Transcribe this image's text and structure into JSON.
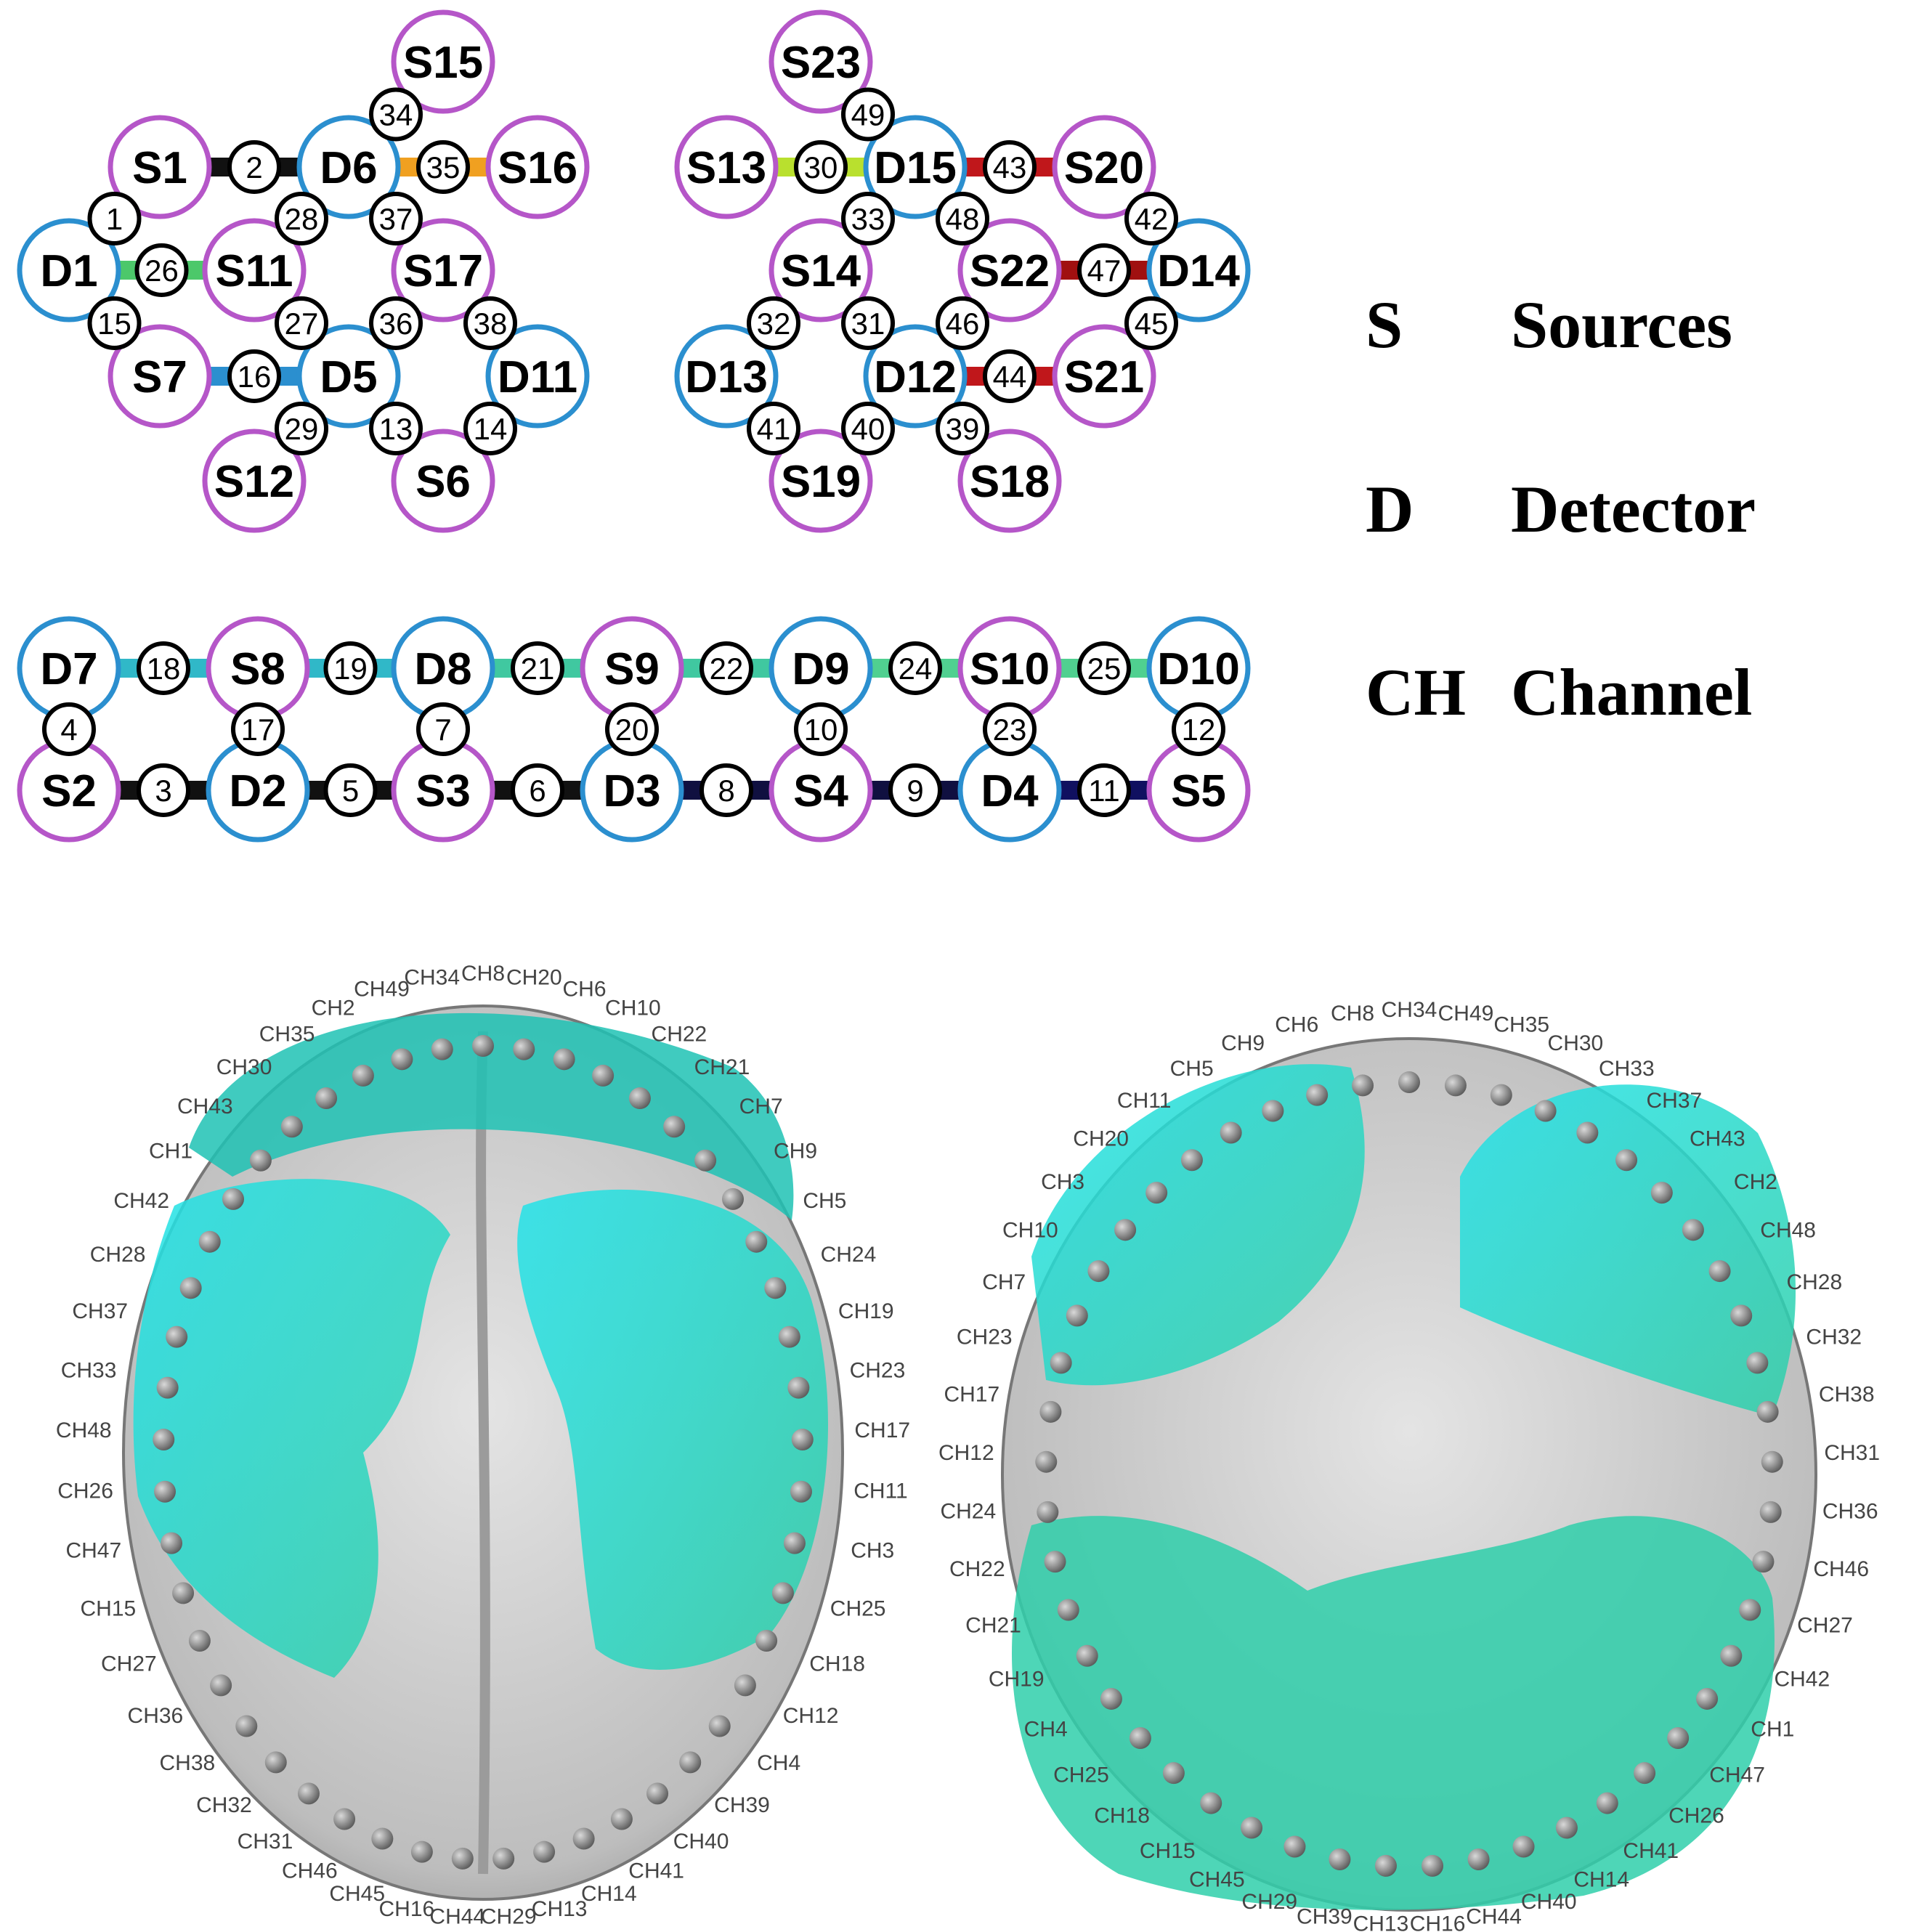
{
  "colors": {
    "source": "#b556c8",
    "detector": "#2b8fcf",
    "channel_ring": "#000000",
    "cortex": "#c9c9c9",
    "activation_teal": "#2fcfaa",
    "activation_cyan": "#22e3ea",
    "electrode": "#8a8a8a"
  },
  "legend": [
    {
      "symbol": "S",
      "meaning": "Sources"
    },
    {
      "symbol": "D",
      "meaning": "Detector"
    },
    {
      "symbol": "CH",
      "meaning": "Channel"
    }
  ],
  "optode_nodes": [
    {
      "id": "S15",
      "type": "source"
    },
    {
      "id": "S1",
      "type": "source"
    },
    {
      "id": "D6",
      "type": "detector"
    },
    {
      "id": "S16",
      "type": "source"
    },
    {
      "id": "D1",
      "type": "detector"
    },
    {
      "id": "S11",
      "type": "source"
    },
    {
      "id": "S17",
      "type": "source"
    },
    {
      "id": "S7",
      "type": "source"
    },
    {
      "id": "D5",
      "type": "detector"
    },
    {
      "id": "D11",
      "type": "detector"
    },
    {
      "id": "S12",
      "type": "source"
    },
    {
      "id": "S6",
      "type": "source"
    },
    {
      "id": "S23",
      "type": "source"
    },
    {
      "id": "S13",
      "type": "source"
    },
    {
      "id": "D15",
      "type": "detector"
    },
    {
      "id": "S20",
      "type": "source"
    },
    {
      "id": "S14",
      "type": "source"
    },
    {
      "id": "S22",
      "type": "source"
    },
    {
      "id": "D14",
      "type": "detector"
    },
    {
      "id": "D13",
      "type": "detector"
    },
    {
      "id": "D12",
      "type": "detector"
    },
    {
      "id": "S21",
      "type": "source"
    },
    {
      "id": "S19",
      "type": "source"
    },
    {
      "id": "S18",
      "type": "source"
    },
    {
      "id": "D7",
      "type": "detector"
    },
    {
      "id": "S8",
      "type": "source"
    },
    {
      "id": "D8",
      "type": "detector"
    },
    {
      "id": "S9",
      "type": "source"
    },
    {
      "id": "D9",
      "type": "detector"
    },
    {
      "id": "S10",
      "type": "source"
    },
    {
      "id": "D10",
      "type": "detector"
    },
    {
      "id": "S2",
      "type": "source"
    },
    {
      "id": "D2",
      "type": "detector"
    },
    {
      "id": "S3",
      "type": "source"
    },
    {
      "id": "D3",
      "type": "detector"
    },
    {
      "id": "S4",
      "type": "source"
    },
    {
      "id": "D4",
      "type": "detector"
    },
    {
      "id": "S5",
      "type": "source"
    }
  ],
  "channels": [
    {
      "n": "34",
      "link": [
        "S15",
        "D6"
      ]
    },
    {
      "n": "2",
      "link": [
        "S1",
        "D6"
      ]
    },
    {
      "n": "35",
      "link": [
        "D6",
        "S16"
      ]
    },
    {
      "n": "1",
      "link": [
        "S1",
        "D1"
      ]
    },
    {
      "n": "28",
      "link": [
        "D6",
        "S11"
      ]
    },
    {
      "n": "37",
      "link": [
        "D6",
        "S17"
      ]
    },
    {
      "n": "26",
      "link": [
        "D1",
        "S11"
      ]
    },
    {
      "n": "15",
      "link": [
        "D1",
        "S7"
      ]
    },
    {
      "n": "27",
      "link": [
        "S11",
        "D5"
      ]
    },
    {
      "n": "36",
      "link": [
        "S17",
        "D5"
      ]
    },
    {
      "n": "38",
      "link": [
        "S17",
        "D11"
      ]
    },
    {
      "n": "16",
      "link": [
        "S7",
        "D5"
      ]
    },
    {
      "n": "29",
      "link": [
        "D5",
        "S12"
      ]
    },
    {
      "n": "13",
      "link": [
        "D5",
        "S6"
      ]
    },
    {
      "n": "14",
      "link": [
        "D11",
        "S6"
      ]
    },
    {
      "n": "49",
      "link": [
        "S23",
        "D15"
      ]
    },
    {
      "n": "30",
      "link": [
        "S13",
        "D15"
      ]
    },
    {
      "n": "43",
      "link": [
        "D15",
        "S20"
      ]
    },
    {
      "n": "42",
      "link": [
        "S20",
        "D14"
      ]
    },
    {
      "n": "33",
      "link": [
        "D15",
        "S14"
      ]
    },
    {
      "n": "48",
      "link": [
        "D15",
        "S22"
      ]
    },
    {
      "n": "47",
      "link": [
        "S22",
        "D14"
      ]
    },
    {
      "n": "32",
      "link": [
        "S14",
        "D13"
      ]
    },
    {
      "n": "31",
      "link": [
        "S14",
        "D12"
      ]
    },
    {
      "n": "46",
      "link": [
        "S22",
        "D12"
      ]
    },
    {
      "n": "45",
      "link": [
        "D14",
        "S21"
      ]
    },
    {
      "n": "44",
      "link": [
        "D12",
        "S21"
      ]
    },
    {
      "n": "41",
      "link": [
        "D13",
        "S19"
      ]
    },
    {
      "n": "40",
      "link": [
        "D12",
        "S19"
      ]
    },
    {
      "n": "39",
      "link": [
        "D12",
        "S18"
      ]
    },
    {
      "n": "18",
      "link": [
        "D7",
        "S8"
      ]
    },
    {
      "n": "19",
      "link": [
        "S8",
        "D8"
      ]
    },
    {
      "n": "21",
      "link": [
        "D8",
        "S9"
      ]
    },
    {
      "n": "22",
      "link": [
        "S9",
        "D9"
      ]
    },
    {
      "n": "24",
      "link": [
        "D9",
        "S10"
      ]
    },
    {
      "n": "25",
      "link": [
        "S10",
        "D10"
      ]
    },
    {
      "n": "4",
      "link": [
        "D7",
        "S2"
      ]
    },
    {
      "n": "17",
      "link": [
        "S8",
        "D2"
      ]
    },
    {
      "n": "7",
      "link": [
        "D8",
        "S3"
      ]
    },
    {
      "n": "20",
      "link": [
        "S9",
        "D3"
      ]
    },
    {
      "n": "10",
      "link": [
        "D9",
        "S4"
      ]
    },
    {
      "n": "23",
      "link": [
        "S10",
        "D4"
      ]
    },
    {
      "n": "12",
      "link": [
        "D10",
        "S5"
      ]
    },
    {
      "n": "3",
      "link": [
        "S2",
        "D2"
      ]
    },
    {
      "n": "5",
      "link": [
        "D2",
        "S3"
      ]
    },
    {
      "n": "6",
      "link": [
        "S3",
        "D3"
      ]
    },
    {
      "n": "8",
      "link": [
        "D3",
        "S4"
      ]
    },
    {
      "n": "9",
      "link": [
        "S4",
        "D4"
      ]
    },
    {
      "n": "11",
      "link": [
        "D4",
        "S5"
      ]
    }
  ],
  "brain_left_labels": [
    "CH8",
    "CH20",
    "CH6",
    "CH10",
    "CH22",
    "CH21",
    "CH7",
    "CH9",
    "CH5",
    "CH24",
    "CH19",
    "CH23",
    "CH17",
    "CH11",
    "CH3",
    "CH25",
    "CH18",
    "CH12",
    "CH4",
    "CH39",
    "CH40",
    "CH41",
    "CH14",
    "CH13",
    "CH29",
    "CH44",
    "CH16",
    "CH45",
    "CH46",
    "CH31",
    "CH32",
    "CH38",
    "CH36",
    "CH27",
    "CH15",
    "CH47",
    "CH26",
    "CH48",
    "CH33",
    "CH37",
    "CH28",
    "CH42",
    "CH1",
    "CH43",
    "CH30",
    "CH35",
    "CH2",
    "CH49",
    "CH34"
  ],
  "brain_right_labels": [
    "CH34",
    "CH49",
    "CH35",
    "CH30",
    "CH33",
    "CH37",
    "CH43",
    "CH2",
    "CH48",
    "CH28",
    "CH32",
    "CH38",
    "CH31",
    "CH36",
    "CH46",
    "CH27",
    "CH42",
    "CH1",
    "CH47",
    "CH26",
    "CH41",
    "CH14",
    "CH40",
    "CH44",
    "CH16",
    "CH13",
    "CH39",
    "CH29",
    "CH45",
    "CH15",
    "CH18",
    "CH25",
    "CH4",
    "CH19",
    "CH21",
    "CH22",
    "CH24",
    "CH12",
    "CH17",
    "CH23",
    "CH7",
    "CH10",
    "CH3",
    "CH20",
    "CH11",
    "CH5",
    "CH9",
    "CH6",
    "CH8"
  ]
}
